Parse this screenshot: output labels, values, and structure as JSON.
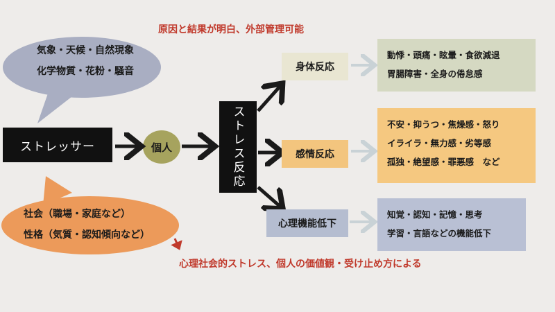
{
  "top_note": "原因と結果が明白、外部管理可能",
  "bottom_note": "心理社会的ストレス、個人の価値観・受け止め方による",
  "bubble_environment": {
    "lines": [
      "気象・天候・自然現象",
      "化学物質・花粉・騒音"
    ],
    "color": "#a9aec2"
  },
  "bubble_social": {
    "lines": [
      "社会（職場・家庭など）",
      "性格（気質・認知傾向など）"
    ],
    "color": "#ec9a5a"
  },
  "stressor": {
    "label": "ストレッサー"
  },
  "individual": {
    "label": "個人",
    "color": "#a6a35e"
  },
  "stress_reaction": {
    "label": "ストレス反応"
  },
  "reactions": [
    {
      "label": "身体反応",
      "label_color": "#e9e6d2",
      "details": [
        "動悸・頭痛・眩暈・食欲減退",
        "胃腸障害・全身の倦怠感"
      ],
      "detail_color": "#d5d9c2"
    },
    {
      "label": "感情反応",
      "label_color": "#f3c57e",
      "details": [
        "不安・抑うつ・焦燥感・怒り",
        "イライラ・無力感・劣等感",
        "孤独・絶望感・罪悪感　など"
      ],
      "detail_color": "#f5c880"
    },
    {
      "label": "心理機能低下",
      "label_color": "#b5bdd0",
      "details": [
        "知覚・認知・記憶・思考",
        "学習・言語などの機能低下"
      ],
      "detail_color": "#b9c0d4"
    }
  ],
  "colors": {
    "arrow_dark": "#1a1a1a",
    "arrow_light": "#c9d2d6",
    "note_red": "#c0392b"
  }
}
